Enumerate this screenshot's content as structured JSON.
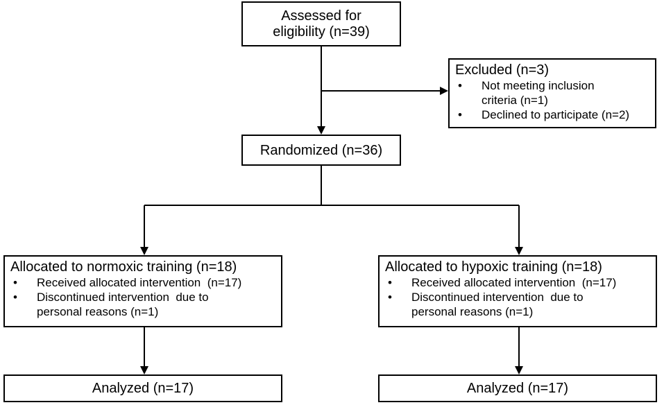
{
  "assessed": {
    "line1": "Assessed for",
    "line2": "eligibility (n=39)"
  },
  "excluded": {
    "title": "Excluded (n=3)",
    "items": [
      "Not meeting inclusion criteria (n=1)",
      "Declined to participate (n=2)"
    ]
  },
  "randomized": "Randomized (n=36)",
  "normoxic": {
    "title": "Allocated to normoxic training (n=18)",
    "items": [
      "Received allocated intervention  (n=17)",
      "Discontinued intervention  due to personal reasons (n=1)"
    ]
  },
  "hypoxic": {
    "title": "Allocated to hypoxic training (n=18)",
    "items": [
      "Received allocated intervention  (n=17)",
      "Discontinued intervention  due to personal reasons (n=1)"
    ]
  },
  "analyzed_left": "Analyzed (n=17)",
  "analyzed_right": "Analyzed (n=17)"
}
